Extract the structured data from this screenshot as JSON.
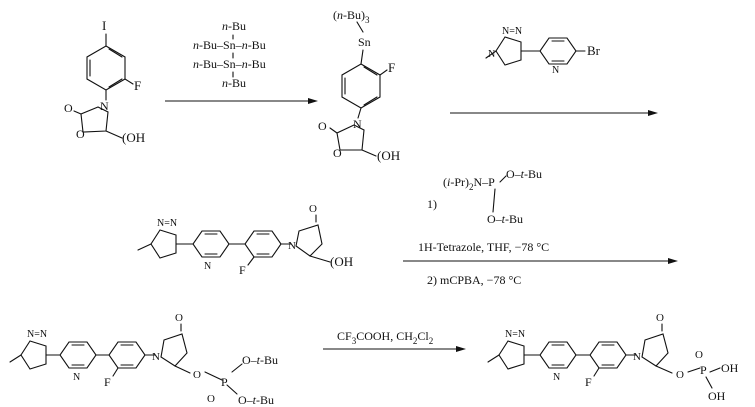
{
  "colors": {
    "ink": "#111111",
    "background": "#ffffff"
  },
  "reagents": {
    "step1": {
      "row1": "n-Bu",
      "row2": "n-Bu–Sn–n-Bu",
      "row3": "n-Bu–Sn–n-Bu",
      "row4": "n-Bu"
    },
    "step2": {
      "reagent": "5-bromo-2-(2-methyl-2H-tetrazol-5-yl)pyridine",
      "halogen": "Br"
    },
    "step3": {
      "line1_prefix": "1)",
      "phosphoramidite": "(i-Pr)2N–P(O-t-Bu)2",
      "line2": "1H-Tetrazole, THF, −78 °C",
      "line3": "2) mCPBA, −78 °C"
    },
    "step4": {
      "reagent": "CF3COOH, CH2Cl2"
    }
  },
  "labels": {
    "oh": "OH",
    "f": "F",
    "i": "I",
    "o": "O",
    "n": "N",
    "p": "P",
    "sn": "Sn",
    "nbu3": "(n-Bu)",
    "sub3": "3",
    "tbu": "t-Bu",
    "ipr2n": "(i-Pr)",
    "sub2": "2"
  }
}
